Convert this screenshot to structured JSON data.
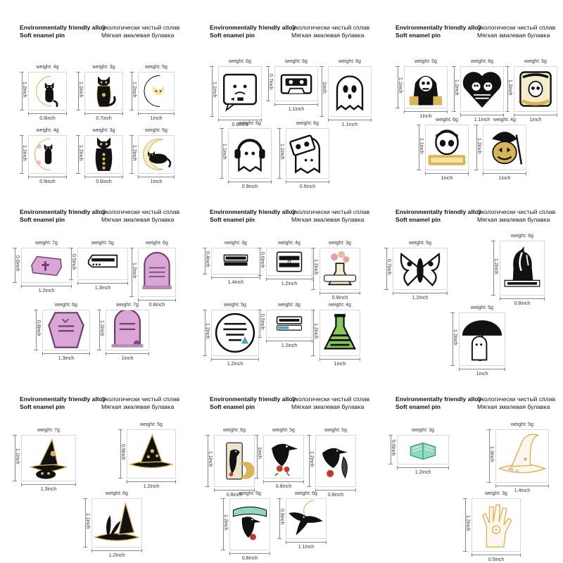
{
  "header": {
    "en_line1": "Environmentally friendly alloy",
    "en_line2": "Soft enamel pin",
    "ru_line1": "Экологически чистый сплав",
    "ru_line2": "Мягкая змалевая булавка"
  },
  "colors": {
    "black": "#111111",
    "gold": "#d9b45a",
    "pink": "#d9a6d6",
    "mint": "#8fd9c4",
    "green": "#86c95a",
    "red": "#c0392b",
    "white": "#ffffff"
  },
  "panels": [
    {
      "items": [
        {
          "weight": "weight: 4g",
          "h": "1.2inch",
          "w": "0.9inch",
          "icon": "black-cat-moon-icon"
        },
        {
          "weight": "weight: 3g",
          "h": "1.2inch",
          "w": "0.7inch",
          "icon": "black-cat-icon"
        },
        {
          "weight": "weight: 5g",
          "h": "1.2inch",
          "w": "1inch",
          "icon": "cat-face-moon-icon"
        },
        {
          "weight": "weight: 4g",
          "h": "1.2inch",
          "w": "0.9inch",
          "icon": "cat-moon-flowers-icon"
        },
        {
          "weight": "weight: 3g",
          "h": "1.2inch",
          "w": "0.6inch",
          "icon": "cat-moon-phases-icon"
        },
        {
          "weight": "weight: 5g",
          "h": "1.2inch",
          "w": "1inch",
          "icon": "cat-on-moon-icon"
        }
      ]
    },
    {
      "items": [
        {
          "weight": "weight: 6g",
          "h": "1.1inch",
          "w": "0.8inch",
          "icon": "sad-tv-icon"
        },
        {
          "weight": "weight: 6g",
          "h": "0.7inch",
          "w": "1.1inch",
          "icon": "cassette-tape-icon"
        },
        {
          "weight": "weight: 6g",
          "h": "1inch",
          "w": "1.1inch",
          "icon": "ghost-icon"
        },
        {
          "weight": "weight: 6g",
          "h": "1.1inch",
          "w": "0.9inch",
          "icon": "headphone-ghost-icon"
        },
        {
          "weight": "weight: 6g",
          "h": "1.1inch",
          "w": "0.6inch",
          "icon": "boombox-ghost-icon"
        }
      ]
    },
    {
      "items": [
        {
          "weight": "weight: 5g",
          "h": "1.1inch",
          "w": "1inch",
          "icon": "skeleton-hoodie-icon"
        },
        {
          "weight": "weight: 6g",
          "h": "1.2inch",
          "w": "1.1inch",
          "icon": "skeleton-heart-icon"
        },
        {
          "weight": "weight: 5g",
          "h": "1.2inch",
          "w": "1inch",
          "icon": "skull-badge-icon"
        },
        {
          "weight": "weight: 6g",
          "h": "1.1inch",
          "w": "1inch",
          "icon": "misfits-skull-icon"
        },
        {
          "weight": "weight: 4g",
          "h": "1.2inch",
          "w": "1inch",
          "icon": "pumpkin-reaper-icon"
        }
      ]
    },
    {
      "items": [
        {
          "weight": "weight: 7g",
          "h": "0.6inch",
          "w": "1.2inch",
          "icon": "coffin-cross-icon"
        },
        {
          "weight": "weight: 5g",
          "h": "0.5inch",
          "w": "1.3inch",
          "icon": "bored-to-death-coffin-icon"
        },
        {
          "weight": "weight: 6g",
          "h": "1.2inch",
          "w": "0.8inch",
          "icon": "tombstone-icon"
        },
        {
          "weight": "weight: 6g",
          "h": "0.8inch",
          "w": "1.3inch",
          "icon": "pink-coffin-icon"
        },
        {
          "weight": "weight: 7g",
          "h": "1.2inch",
          "w": "1inch",
          "icon": "rip-tombstone-icon"
        }
      ]
    },
    {
      "items": [
        {
          "weight": "weight: 3g",
          "h": "0.4inch",
          "w": "1.4inch",
          "icon": "pharmacist-banner-icon"
        },
        {
          "weight": "weight: 4g",
          "h": "0.6inch",
          "w": "1.2inch",
          "icon": "woman-in-science-icon"
        },
        {
          "weight": "weight: 3g",
          "h": "1.2inch",
          "w": "0.9inch",
          "icon": "flask-flowers-icon"
        },
        {
          "weight": "weight: 5g",
          "h": "1.2inch",
          "w": "1.2inch",
          "icon": "women-lab-circle-icon"
        },
        {
          "weight": "weight: 3g",
          "h": "0.5inch",
          "w": "1.2inch",
          "icon": "pharmacist-loading-icon"
        },
        {
          "weight": "weight: 4g",
          "h": "1.2inch",
          "w": "1inch",
          "icon": "green-flask-icon"
        }
      ]
    },
    {
      "items": [
        {
          "weight": "weight: 5g",
          "h": "0.7inch",
          "w": "1.2inch",
          "icon": "skull-moth-icon"
        },
        {
          "weight": "weight: 6g",
          "h": "1.2inch",
          "w": "0.8inch",
          "icon": "nightmare-unicorn-icon"
        },
        {
          "weight": "weight: 5g",
          "h": "1.2inch",
          "w": "1inch",
          "icon": "umbrella-ghost-icon"
        }
      ]
    },
    {
      "items": [
        {
          "weight": "weight: 7g",
          "h": "1.1inch",
          "w": "1.3inch",
          "icon": "witch-hat-cat-icon"
        },
        {
          "weight": "weight: 5g",
          "h": "0.9inch",
          "w": "1.2inch",
          "icon": "witch-hat-icon"
        },
        {
          "weight": "weight: 6g",
          "h": "1.1inch",
          "w": "1.2inch",
          "icon": "witch-hat-plant-icon"
        }
      ]
    },
    {
      "items": [
        {
          "weight": "weight: 6g",
          "h": "1.1inch",
          "w": "0.8inch",
          "icon": "raven-moon-icon"
        },
        {
          "weight": "weight: 5g",
          "h": "1inch",
          "w": "0.8inch",
          "icon": "raven-rose-icon"
        },
        {
          "weight": "weight: 5g",
          "h": "1.2inch",
          "w": "0.8inch",
          "icon": "raven-feather-icon"
        },
        {
          "weight": "weight: 5g",
          "h": "1.2inch",
          "w": "0.8inch",
          "icon": "raven-mint-icon"
        },
        {
          "weight": "weight: 6g",
          "h": "0.9inch",
          "w": "1.1inch",
          "icon": "raven-flying-icon"
        }
      ]
    },
    {
      "items": [
        {
          "weight": "weight: 3g",
          "h": "0.6inch",
          "w": "1.2inch",
          "icon": "mint-book-icon"
        },
        {
          "weight": "weight: 5g",
          "h": "1.3inch",
          "w": "1.4inch",
          "icon": "white-witch-hat-icon"
        },
        {
          "weight": "weight: 3g",
          "h": "1.2inch",
          "w": "0.5inch",
          "icon": "mystic-hand-icon"
        }
      ]
    }
  ]
}
